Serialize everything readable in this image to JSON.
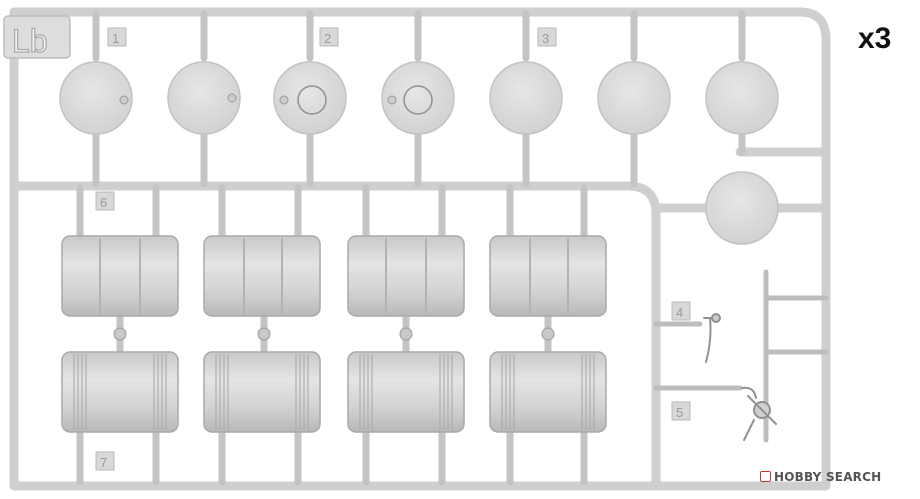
{
  "sprue": {
    "id_tag": "Lb",
    "quantity_label": "x3",
    "part_numbers": [
      "1",
      "2",
      "3",
      "4",
      "5",
      "6",
      "7"
    ]
  },
  "watermark": {
    "text": "HOBBY SEARCH"
  },
  "colors": {
    "plastic": "#d6d6d6",
    "plastic_shadow": "#b4b4b4",
    "plastic_highlight": "#ececec",
    "background": "#ffffff"
  }
}
